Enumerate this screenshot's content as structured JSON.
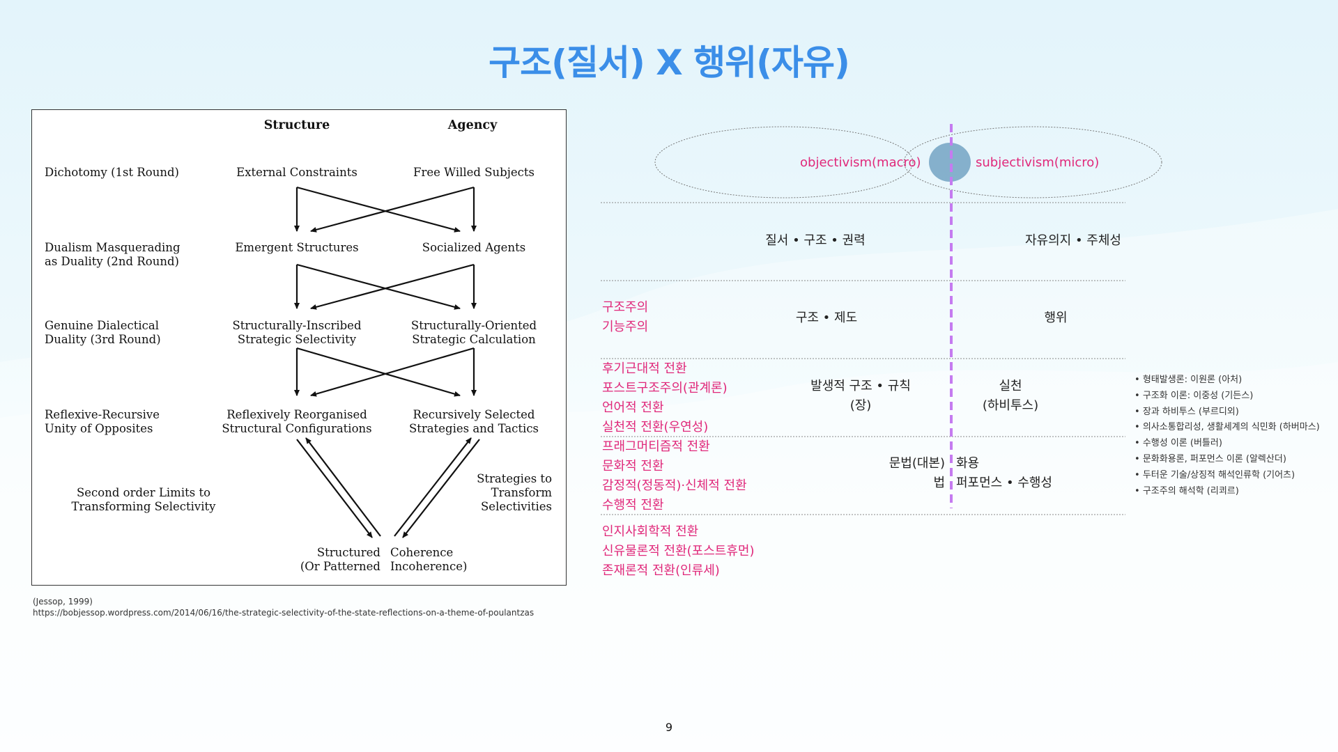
{
  "title": "구조(질서) X 행위(자유)",
  "figure": {
    "headers": {
      "structure": "Structure",
      "agency": "Agency"
    },
    "rows": [
      {
        "label": "Dichotomy (1st Round)",
        "structure": "External Constraints",
        "agency": "Free Willed Subjects"
      },
      {
        "label": "Dualism Masquerading\nas Duality (2nd Round)",
        "structure": "Emergent Structures",
        "agency": "Socialized Agents"
      },
      {
        "label": "Genuine Dialectical\nDuality (3rd Round)",
        "structure": "Structurally-Inscribed\nStrategic Selectivity",
        "agency": "Structurally-Oriented\nStrategic Calculation"
      },
      {
        "label": "Reflexive-Recursive\nUnity of Opposites",
        "structure": "Reflexively Reorganised\nStructural Configurations",
        "agency": "Recursively Selected\nStrategies and Tactics"
      }
    ],
    "left_note": "Second order Limits to\nTransforming Selectivity",
    "right_note": "Strategies to\nTransform\nSelectivities",
    "bottom_left": "Structured\n(Or Patterned",
    "bottom_right": "Coherence\nIncoherence)"
  },
  "caption": {
    "author": "(Jessop, 1999)",
    "url": "https://bobjessop.wordpress.com/2014/06/16/the-strategic-selectivity-of-the-state-reflections-on-a-theme-of-poulantzas"
  },
  "diagram": {
    "left_ellipse": "objectivism(macro)",
    "right_ellipse": "subjectivism(micro)",
    "row1": {
      "left": "질서 • 구조 • 권력",
      "right": "자유의지 • 주체성"
    },
    "row2": {
      "theories": "구조주의\n기능주의",
      "left": "구조 • 제도",
      "right": "행위"
    },
    "row3": {
      "theories": "후기근대적 전환\n포스트구조주의(관계론)\n언어적 전환\n실천적 전환(우연성)",
      "left": "발생적 구조 • 규칙\n(장)",
      "right": "실천\n(하비투스)"
    },
    "row4": {
      "theories": "프래그머티즘적 전환\n문화적 전환\n감정적(정동적)·신체적 전환\n수행적 전환",
      "left_a": "문법(대본)",
      "right_a": "화용",
      "left_b": "법",
      "right_b": "퍼포먼스 • 수행성"
    },
    "row5": {
      "theories": "인지사회학적 전환\n신유물론적 전환(포스트휴먼)\n존재론적 전환(인류세)"
    }
  },
  "notes": [
    "형태발생론: 이원론 (아처)",
    "구조화 이론: 이중성 (기든스)",
    "장과 하비투스 (부르디외)",
    "의사소통합리성, 생활세계의 식민화 (하버마스)",
    "수행성 이론 (버틀러)",
    "문화화용론, 퍼포먼스 이론 (알렉산더)",
    "두터운 기술/상징적 해석인류학 (기어츠)",
    "구조주의 해석학 (리쾨르)"
  ],
  "page_number": "9",
  "colors": {
    "title": "#3b8ee8",
    "theory_text": "#e0287a",
    "axis_line": "#c57bf0",
    "overlap": "#7aa9c7"
  }
}
